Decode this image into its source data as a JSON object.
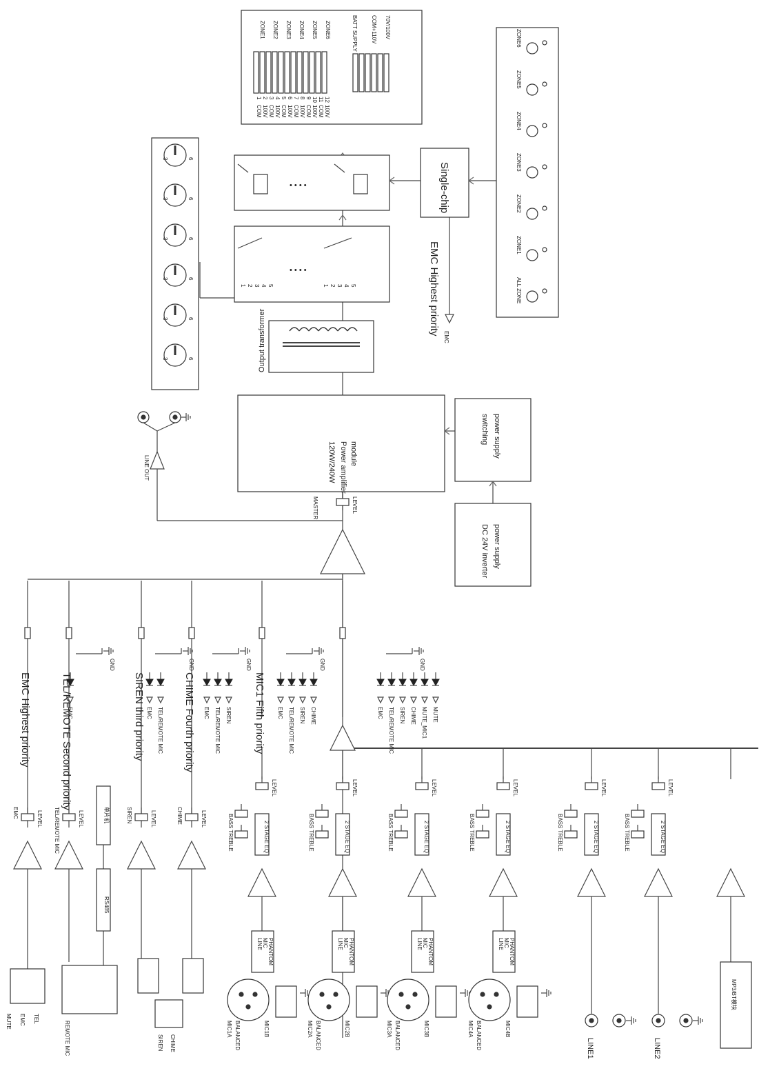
{
  "title": "",
  "outputs": {
    "line_out": "LINE OUT",
    "zone_connectors": [
      "ZONE1",
      "ZONE2",
      "ZONE3",
      "ZONE4",
      "ZONE5",
      "ZONE6"
    ],
    "batt_supply": "BATT SUPPLY",
    "com_110v": "COM+110V",
    "out_70v_100v": "70V/100V",
    "terminal_numbers": [
      "1",
      "2",
      "3",
      "4",
      "5",
      "6",
      "7",
      "8",
      "9",
      "10",
      "11",
      "12"
    ],
    "terminal_labels": [
      "COM",
      "100V",
      "COM",
      "100V",
      "COM",
      "100V",
      "COM",
      "100V",
      "COM",
      "100V",
      "COM",
      "100V"
    ]
  },
  "amp": {
    "module_line1": "120W/240W",
    "module_line2": "Power amplifier",
    "module_line3": "module",
    "transformer": "Output transformer",
    "switching_line1": "switching",
    "switching_line2": "power supply",
    "dc_line1": "DC 24V inverter",
    "dc_line2": "power supply",
    "single_chip": "Single-chip",
    "master": "MASTER",
    "level": "LEVEL",
    "emc_highest_zone": "EMC Highest priority",
    "emc_net": "EMC"
  },
  "zone_panel": {
    "buttons": [
      "ALL ZONE",
      "ZONE1",
      "ZONE2",
      "ZONE3",
      "ZONE4",
      "ZONE5",
      "ZONE6"
    ]
  },
  "priorities": {
    "emc": "EMC Highest priority",
    "tel": "TEL/REMOTE Second priority",
    "siren": "SIREN third priority",
    "chime": "CHIME Fourth priority",
    "mic1": "MIC1  Fifth priority"
  },
  "nets": {
    "emc": "EMC",
    "tel_remote_mic": "TEL/REMOTE MIC",
    "siren": "SIREN",
    "chime": "CHIME",
    "mute_mic1": "MUTE_MIC1",
    "mute": "MUTE",
    "gnd": "GND",
    "level": "LEVEL",
    "bass_treble": "BASS TREBLE",
    "eq": "2 STAGE EQ",
    "rs485": "RS485",
    "mcu": "单片机",
    "line": "LINE",
    "mic": "MIC",
    "phantom": "PHANTOM"
  },
  "inputs": {
    "mute": "MUTE",
    "emc": "EMC",
    "tel": "TEL",
    "remote_mic": "REMOTE MIC",
    "siren": "SIREN",
    "chime": "CHIME",
    "mic1a": "MIC1A",
    "mic2a": "MIC2A",
    "mic3a": "MIC3A",
    "mic4a": "MIC4A",
    "mic1b": "MIC1B",
    "mic2b": "MIC2B",
    "mic3b": "MIC3B",
    "mic4b": "MIC4B",
    "balanced": "BALANCED",
    "line1": "LINE1",
    "line2": "LINE2",
    "mp3bt": "MP3/BT模块"
  }
}
